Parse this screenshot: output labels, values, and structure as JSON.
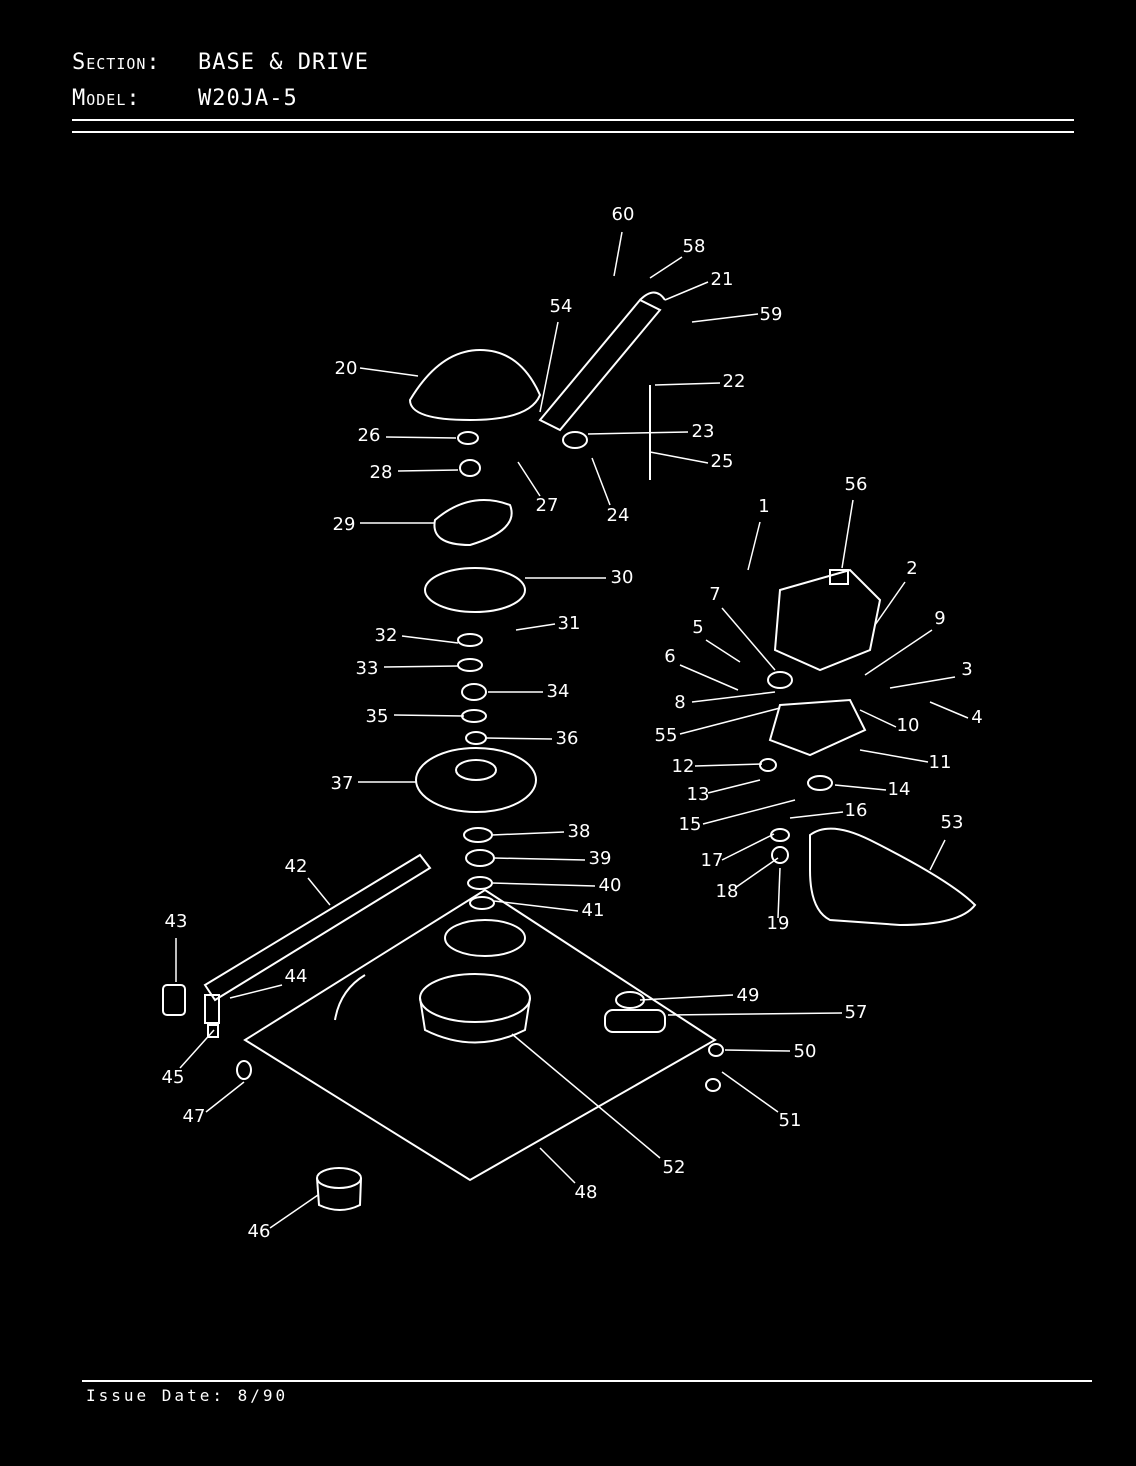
{
  "header": {
    "section_label": "Section:",
    "section_value": "BASE & DRIVE",
    "model_label": "Model:",
    "model_value": "W20JA-5"
  },
  "footer": {
    "issue_date": "Issue Date: 8/90"
  },
  "callouts": [
    "1",
    "2",
    "3",
    "4",
    "5",
    "6",
    "7",
    "8",
    "9",
    "10",
    "11",
    "12",
    "13",
    "14",
    "15",
    "16",
    "17",
    "18",
    "19",
    "20",
    "21",
    "22",
    "23",
    "24",
    "25",
    "26",
    "27",
    "28",
    "29",
    "30",
    "31",
    "32",
    "33",
    "34",
    "35",
    "36",
    "37",
    "38",
    "39",
    "40",
    "41",
    "42",
    "43",
    "44",
    "45",
    "46",
    "47",
    "48",
    "49",
    "50",
    "51",
    "52",
    "53",
    "54",
    "55",
    "56",
    "57",
    "58",
    "59",
    "60"
  ],
  "colors": {
    "background": "#000000",
    "line": "#ffffff"
  }
}
